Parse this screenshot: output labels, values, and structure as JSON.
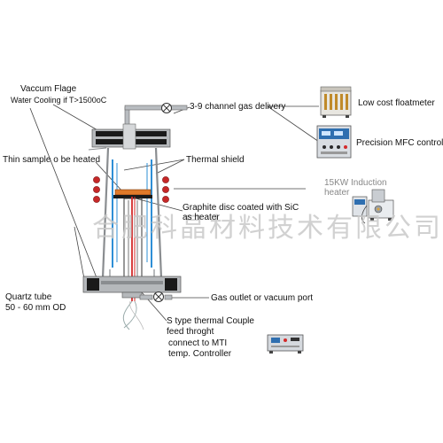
{
  "labels": {
    "vacuum_flange": "Vaccum Flage",
    "water_cooling": "Water Cooling if T>1500oC",
    "gas_delivery": "3-9 channel gas delivery",
    "floatmeter": "Low cost floatmeter",
    "mfc": "Precision MFC control",
    "thin_sample": "Thin sample o be heated",
    "thermal_shield": "Thermal shield",
    "induction_line1": "15KW Induction",
    "induction_line2": "heater",
    "graphite_line1": "Graphite disc coated with SiC",
    "graphite_line2": "as heater",
    "quartz_line1": "Quartz tube",
    "quartz_line2": "50 - 60 mm OD",
    "gas_outlet": "Gas outlet or vacuum port",
    "thermocouple_line1": "S type thermal Couple",
    "thermocouple_line2": "feed throght",
    "controller_line1": "connect to MTI",
    "controller_line2": "temp. Controller"
  },
  "watermark": "合肥科晶材料技术有限公司",
  "colors": {
    "flange_black": "#1a1a1a",
    "flange_gray": "#b5b8bb",
    "shield_blue": "#2e8fd6",
    "thermocouple_red": "#d42a2a",
    "coil_red": "#c62828",
    "sample_orange": "#e07a2a",
    "induction_text": "#888888",
    "device_panel": "#2f6fb0"
  }
}
